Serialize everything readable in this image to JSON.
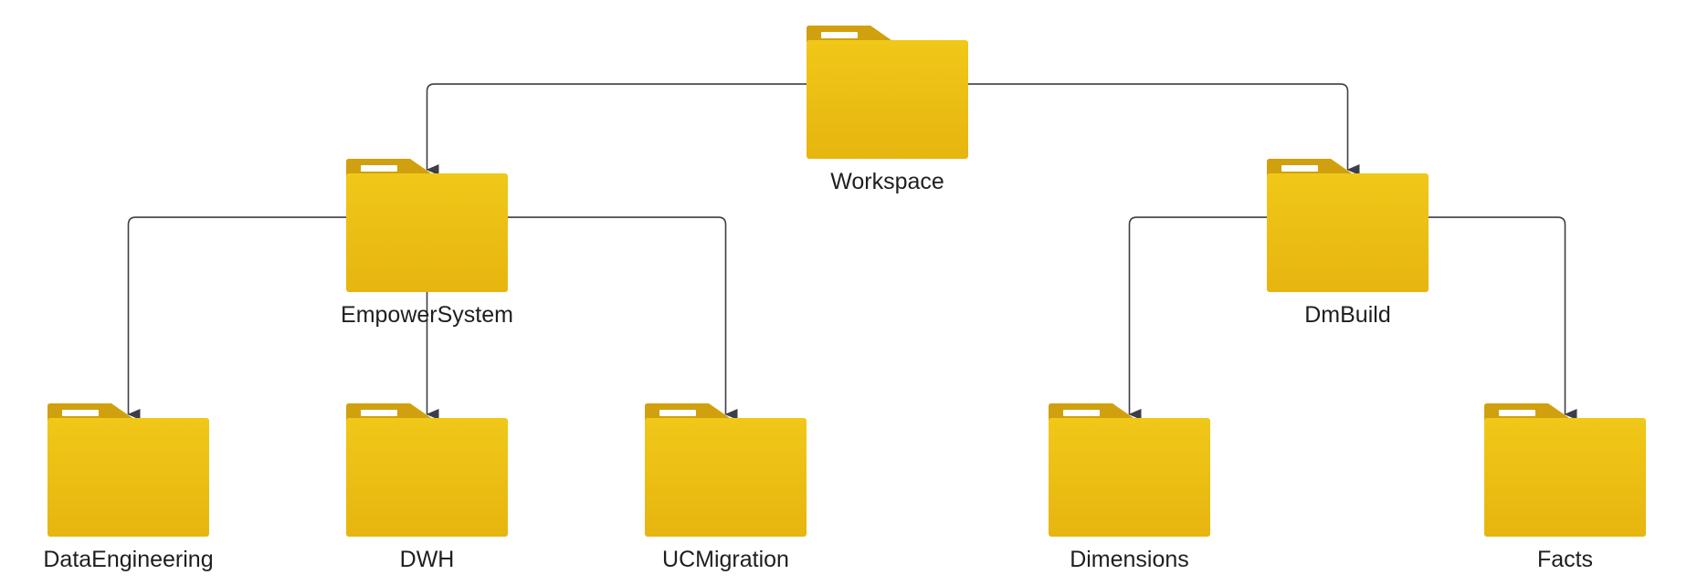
{
  "diagram": {
    "type": "folder-tree",
    "colors": {
      "folder_body": "#f0c818",
      "folder_body_bottom": "#e7b50f",
      "folder_tab": "#d0a00e",
      "folder_label_slot": "#ffffff",
      "connector": "#3c3f47",
      "text": "#1f1f1f",
      "background": "#ffffff"
    },
    "icon": "folder-icon",
    "nodes": [
      {
        "id": "workspace",
        "label": "Workspace",
        "parent": null
      },
      {
        "id": "empowersystem",
        "label": "EmpowerSystem",
        "parent": "workspace"
      },
      {
        "id": "dmbuild",
        "label": "DmBuild",
        "parent": "workspace"
      },
      {
        "id": "dataengineering",
        "label": "DataEngineering",
        "parent": "empowersystem"
      },
      {
        "id": "dwh",
        "label": "DWH",
        "parent": "empowersystem"
      },
      {
        "id": "ucmigration",
        "label": "UCMigration",
        "parent": "empowersystem"
      },
      {
        "id": "dimensions",
        "label": "Dimensions",
        "parent": "dmbuild"
      },
      {
        "id": "facts",
        "label": "Facts",
        "parent": "dmbuild"
      }
    ]
  }
}
